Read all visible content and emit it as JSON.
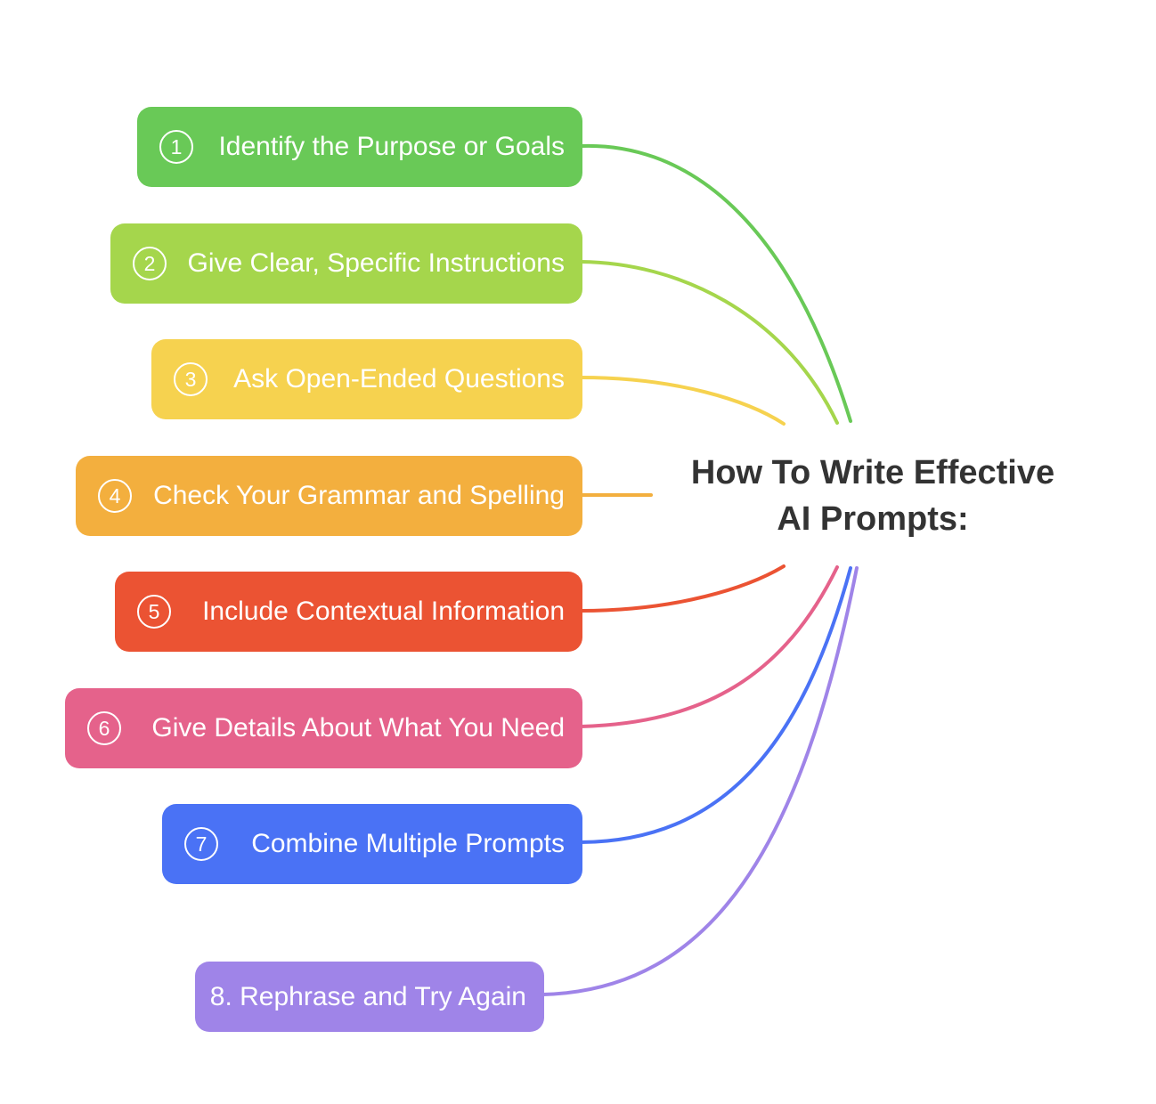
{
  "central_topic": {
    "line1": "How To Write Effective",
    "line2": "AI Prompts:"
  },
  "branches": [
    {
      "number": "1",
      "label": "Identify the Purpose or Goals",
      "color": "#69c957"
    },
    {
      "number": "2",
      "label": "Give Clear, Specific Instructions",
      "color": "#a5d64c"
    },
    {
      "number": "3",
      "label": "Ask Open-Ended Questions",
      "color": "#f6d24f"
    },
    {
      "number": "4",
      "label": "Check Your Grammar and Spelling",
      "color": "#f3af3e"
    },
    {
      "number": "5",
      "label": "Include Contextual Information",
      "color": "#eb5333"
    },
    {
      "number": "6",
      "label": "Give Details About What You Need",
      "color": "#e5628b"
    },
    {
      "number": "7",
      "label": "Combine Multiple Prompts",
      "color": "#4a72f5"
    },
    {
      "number": "",
      "label": "8. Rephrase and Try Again",
      "color": "#9f84e8"
    }
  ]
}
